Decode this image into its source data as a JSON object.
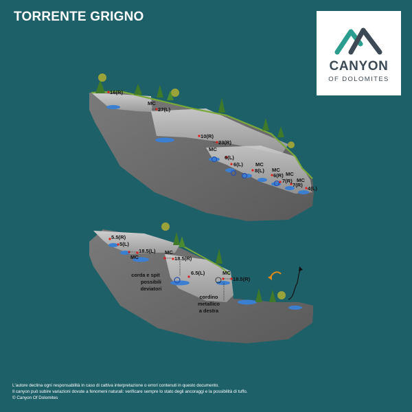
{
  "title": "TORRENTE GRIGNO",
  "logo": {
    "line1": "CANYON",
    "line2": "OF DOLOMITES",
    "icon": "mountain-logo-icon",
    "accent": "#2a9d8f"
  },
  "top_section": {
    "labels": [
      "16(R)",
      "MC",
      "27(L)",
      "10(R)",
      "23(R)",
      "MC",
      "6(L)",
      "6(L)",
      "MC",
      "8(L)",
      "MC",
      "6(R)",
      "MC",
      "7(R)",
      "MC",
      "7(R)",
      "4(L)"
    ]
  },
  "bottom_section": {
    "labels": [
      "5.5(R)",
      "5(L)",
      "18.5(L)",
      "MC",
      "MC",
      "18.5(R)",
      "6.5(L)",
      "MC",
      "18.5(R)"
    ],
    "notes": {
      "note1": [
        "corda e spit",
        "possibili",
        "deviatori"
      ],
      "note2": [
        "cordino",
        "metallico",
        "a destra"
      ]
    }
  },
  "disclaimer": {
    "line1": "L'autore declina ogni responsabilità in caso di cattiva interpretazione o errori contenuti in questo documento.",
    "line2": "Il canyon può subire variazioni dovute a fenomeni naturali: verificare sempre lo stato degli ancoraggi e la possibilità di tuffo.",
    "line3": "© Canyon Of Dolomites"
  },
  "colors": {
    "background": "#1e6068",
    "rock": "#6b6b6b",
    "water": "#3b7fd1",
    "anchor": "#e02020",
    "grass": "#7aa83a"
  }
}
